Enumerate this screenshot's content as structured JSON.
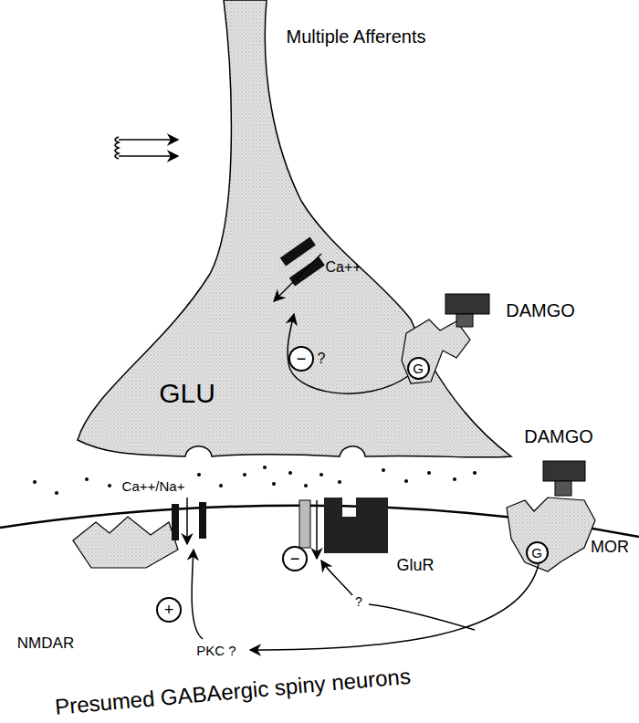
{
  "diagram": {
    "nodes": [
      {
        "text": [
          "−"
        ]
      },
      {
        "text": [
          "G"
        ]
      },
      {
        "text": [
          "G"
        ]
      },
      {
        "text": [
          "−"
        ]
      },
      {
        "text": [
          "+"
        ]
      }
    ],
    "labels": [
      "Multiple Afferents",
      "Ca++",
      "DAMGO",
      "GLU",
      "?",
      "Ca++/Na+",
      "DAMGO",
      "GluR",
      "MOR",
      "NMDAR",
      "?",
      "PKC ?",
      "Presumed GABAergic spiny neurons"
    ]
  }
}
